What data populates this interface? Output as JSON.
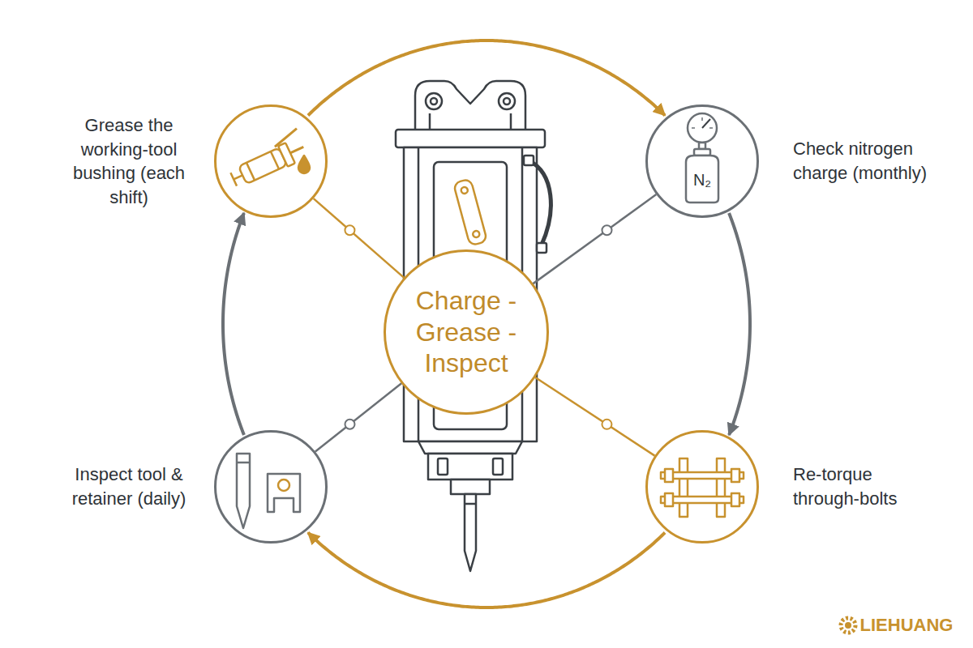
{
  "diagram": {
    "nodes": [
      {
        "text": [
          "Grease the working-tool bushing (each shift)"
        ]
      },
      {
        "text": [
          "Check nitrogen charge (monthly)"
        ]
      },
      {
        "text": [
          "Charge - Grease - Inspect"
        ]
      },
      {
        "text": [
          "Inspect tool & retainer (daily)"
        ]
      },
      {
        "text": [
          "Re-torque through-bolts"
        ]
      }
    ],
    "edges": [
      {
        "from": 2,
        "to": 0,
        "arrow": "none"
      },
      {
        "from": 2,
        "to": 1,
        "arrow": "none"
      },
      {
        "from": 2,
        "to": 3,
        "arrow": "none"
      },
      {
        "from": 2,
        "to": 4,
        "arrow": "none"
      },
      {
        "from": 0,
        "to": 1,
        "arrow": "to"
      },
      {
        "from": 1,
        "to": 4,
        "arrow": "to"
      },
      {
        "from": 4,
        "to": 3,
        "arrow": "to"
      },
      {
        "from": 3,
        "to": 0,
        "arrow": "to"
      }
    ],
    "labels": [
      "N₂",
      "LIEHUANG"
    ]
  }
}
